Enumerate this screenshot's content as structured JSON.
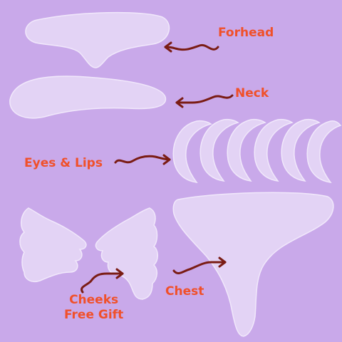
{
  "colors": {
    "background": "#c9a9ea",
    "patch_fill": "#e3d3f5",
    "patch_edge": "#f1e8fb",
    "label_text": "#f0502a",
    "arrow": "#7a1c14"
  },
  "labels": {
    "forhead": "Forhead",
    "neck": "Neck",
    "eyes_lips": "Eyes & Lips",
    "chest": "Chest",
    "cheeks_line1": "Cheeks",
    "cheeks_line2": "Free Gift"
  },
  "counts": {
    "eye_patches": 6
  }
}
